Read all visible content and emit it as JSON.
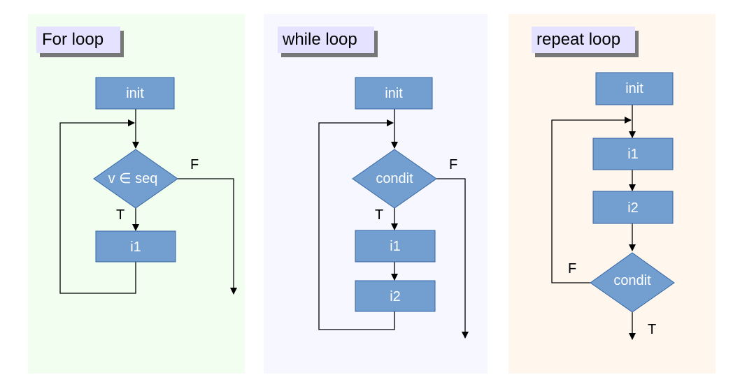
{
  "colors": {
    "panel_for": "#f2fff0",
    "panel_while": "#f7f7ff",
    "panel_repeat": "#fff7ee",
    "title_bg": "#e4e2ff",
    "title_shadow": "#777777",
    "node_fill": "#729fcf",
    "node_stroke": "#3465a4",
    "node_text": "#ffffff",
    "line": "#000000"
  },
  "panels": [
    {
      "title": "For loop",
      "nodes": {
        "init": "init",
        "cond": "v ∈ seq",
        "i1": "i1"
      },
      "labels": {
        "false": "F",
        "true": "T"
      }
    },
    {
      "title": "while loop",
      "nodes": {
        "init": "init",
        "cond": "condit",
        "i1": "i1",
        "i2": "i2"
      },
      "labels": {
        "false": "F",
        "true": "T"
      }
    },
    {
      "title": "repeat loop",
      "nodes": {
        "init": "init",
        "i1": "i1",
        "i2": "i2",
        "cond": "condit"
      },
      "labels": {
        "false": "F",
        "true": "T"
      }
    }
  ]
}
